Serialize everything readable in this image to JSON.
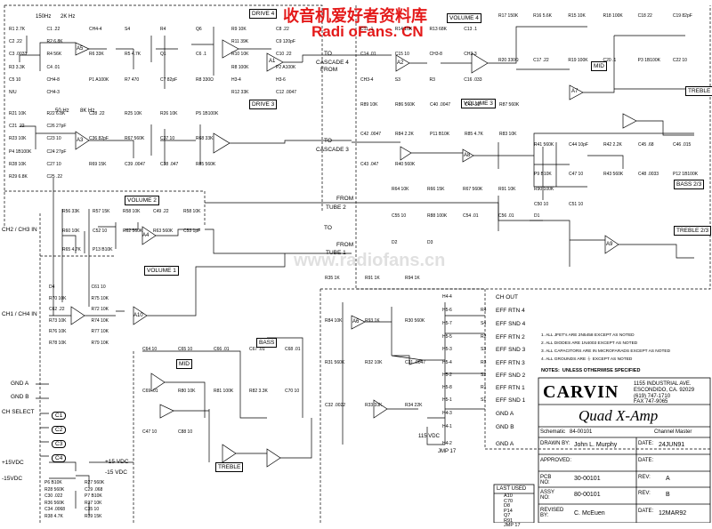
{
  "watermark": {
    "line1": "收音机爱好者资料库",
    "line2": "Radi oFans. CN",
    "center": "www.radiofans.cn"
  },
  "sections": {
    "drive4": "DRIVE 4",
    "drive3": "DRIVE 3",
    "volume4": "VOLUME 4",
    "volume3": "VOLUME 3",
    "volume2": "VOLUME 2",
    "volume1": "VOLUME 1",
    "mid_top": "MID",
    "treble_top": "TREBLE",
    "bass23": "BASS 2/3",
    "treble23": "TREBLE 2/3",
    "mid_bottom": "MID",
    "bass_bottom": "BASS",
    "treble_bottom": "TREBLE"
  },
  "freqs": {
    "f150": "150Hz",
    "f2k": "2K Hz",
    "f50": "50 Hz",
    "f8k": "8K Hz"
  },
  "inputs": {
    "ch2": "CH2 / CH3 IN",
    "ch1": "CH1 / CH4 IN",
    "gnd_a": "GND A",
    "gnd_b": "GND B",
    "ch_select": "CH SELECT",
    "vdc_pos": "+15VDC",
    "vdc_neg": "-15VDC",
    "vdc_pos_r": "+15 VDC",
    "vdc_neg_r": "-15 VDC"
  },
  "cascades": {
    "to_c4": "TO",
    "c4": "CASCADE 4",
    "from_c4": "FROM",
    "to_c3": "TO",
    "c3": "CASCADE 3",
    "from_tube2": "FROM",
    "tube2": "TUBE 2",
    "to_tube2": "TO",
    "from_tube1": "FROM",
    "tube1": "TUBE 1",
    "to_tube1": "TO"
  },
  "outputs": [
    "CH OUT",
    "EFF RTN 4",
    "EFF SND 4",
    "EFF RTN 2",
    "EFF SND 3",
    "EFF RTN 3",
    "EFF SND 2",
    "EFF RTN 1",
    "EFF SND 1",
    "GND A",
    "GND B",
    "GND A"
  ],
  "output_pins": [
    "H4-4",
    "H5-6",
    "H5-7",
    "H5-5",
    "H5-3",
    "H5-4",
    "H5-2",
    "H5-8",
    "H5-1",
    "H4-3",
    "H4-1",
    "H4-2"
  ],
  "output_tags": [
    "R4",
    "S4",
    "R2",
    "S3",
    "R3",
    "S2",
    "R1",
    "S1",
    "",
    "",
    "",
    ""
  ],
  "notes": {
    "n1": "1. ALL JFET's ARE 2N5458 EXCEPT AS NOTED",
    "n2": "2. ALL DIODES ARE 1N4003 EXCEPT AS NOTED",
    "n3": "3. ALL CAPACITORS ARE IN MICROFARADS EXCEPT AS NOTED",
    "n4": "4. ALL GROUNDS ARE",
    "n4b": "EXCEPT AS NOTED",
    "header": "NOTES:",
    "header2": "UNLESS  OTHERWISE  SPECIFIED"
  },
  "title_block": {
    "brand": "CARVIN",
    "address1": "1155 INDUSTRIAL AVE.",
    "address2": "ESCONDIDO, CA. 92029",
    "phone": "(619) 747-1710",
    "fax": "FAX 747-9065",
    "product": "Quad X-Amp",
    "schematic_label": "Schematic",
    "schematic_no": "84-00101",
    "sheet": "Channel Master",
    "drawn_by_label": "DRAWN BY:",
    "drawn_by": "John L. Murphy",
    "date_label": "DATE:",
    "date1": "24JUN91",
    "approved_label": "APPROVED:",
    "date_label2": "DATE:",
    "pcb_label": "PCB NO:",
    "pcb_no": "30-00101",
    "rev_label1": "REV:",
    "rev1": "A",
    "assy_label": "ASSY NO:",
    "assy_no": "80-00101",
    "rev_label2": "REV:",
    "rev2": "B",
    "revised_label": "REVISED BY:",
    "revised_by": "C. McEuen",
    "date_label3": "DATE:",
    "date3": "12MAR92"
  },
  "last_used": {
    "title": "LAST USED",
    "items": [
      "A10",
      "C70",
      "D8",
      "P14",
      "Q7",
      "R91",
      "JMP 17"
    ]
  },
  "jumpers": {
    "jmp17": "JMP 17",
    "vdc115": "115 VDC"
  },
  "ch_select_tags": [
    "C1",
    "C2",
    "C3",
    "C4"
  ],
  "opamps": [
    "A5",
    "A1",
    "A2",
    "A7",
    "A3",
    "A8",
    "A4",
    "A10",
    "A6",
    "A9"
  ],
  "components": [
    "R1 2.7K",
    "C1 .22",
    "C2 .22",
    "R2 6.8K",
    "C3 .0033",
    "R4 56K",
    "R3 3.3K",
    "C4 .01",
    "C5 10",
    "CH4-8",
    "N/U",
    "CH4-3",
    "CH4-4",
    "S4",
    "R4",
    "Q6",
    "R6 33K",
    "R5 4.7K",
    "Q1",
    "C6 .1",
    "P1 A100K",
    "R7 470",
    "C7 82pF",
    "R8 330Ω",
    "R9 10K",
    "C8 .22",
    "R11 39K",
    "C9 120pF",
    "R10 10K",
    "C10 .22",
    "R8 100K",
    "P2 A100K",
    "H3-4",
    "H3-6",
    "R12 33K",
    "C12 .0047",
    "C11 .1",
    "R14 10K",
    "R13 68K",
    "C13 .1",
    "C14 .01",
    "C15 10",
    "CH3-8",
    "CH3-3",
    "CH3-4",
    "S3",
    "R3",
    "C16 .033",
    "R17 150K",
    "R16 5.6K",
    "R15 10K",
    "R18 100K",
    "C18 22",
    "C19 82pF",
    "R20 330Ω",
    "C17 .22",
    "R19 100K",
    "C20 .1",
    "P3 1B100K",
    "C22 10",
    "R21 10K",
    "R22 6.8K",
    "C21 .22",
    "C26 27pF",
    "R23 10K",
    "C23 10",
    "P4 1B100K",
    "C24 27pF",
    "R28 10K",
    "C27 10",
    "R29 6.8K",
    "C25 .22",
    "C28 .22",
    "R25 10K",
    "R26 10K",
    "P5 1B100K",
    "C36 82pF",
    "R67 560K",
    "C37 10",
    "R68 33K",
    "R69 15K",
    "C39 .0047",
    "C38 .047",
    "R85 560K",
    "R89 10K",
    "R86 560K",
    "C40 .0047",
    "C41 .22",
    "R87 560K",
    "C42 .0047",
    "R84 2.2K",
    "P11 B10K",
    "R85 4.7K",
    "R83 10K",
    "C43 .047",
    "R40 560K",
    "R41 560K",
    "C44 10pF",
    "R42 2.2K",
    "C45 .68",
    "C46 .015",
    "P9 B10K",
    "C47 10",
    "R43 560K",
    "C48 .0033",
    "P12 1B100K",
    "C50 10",
    "C51 10",
    "R56 33K",
    "R57 15K",
    "R58 10K",
    "C49 .22",
    "R58 10K",
    "R60 10K",
    "C52 10",
    "R62 560K",
    "R63 560K",
    "C53 1pF",
    "R65 4.7K",
    "P13 B10K",
    "R64 10K",
    "R66 15K",
    "R67 560K",
    "R91 10K",
    "R90 100K",
    "C55 10",
    "R88 100K",
    "C54 .01",
    "C56 .01",
    "D1",
    "D2",
    "D3",
    "D4",
    "C61 10",
    "R70 10K",
    "R75 10K",
    "C62 .22",
    "R72 10K",
    "R73 10K",
    "R74 10K",
    "R76 10K",
    "R77 10K",
    "R78 10K",
    "R79 10K",
    "C64 10",
    "C65 10",
    "C66 .01",
    "C67 .01",
    "C68 .01",
    "C69 .01",
    "R80 10K",
    "R81 100K",
    "R82 3.3K",
    "C70 10",
    "C47 10",
    "C88 10",
    "R35 1K",
    "R91 1K",
    "R94 1K",
    "R84 10K",
    "R93 1K",
    "R30 560K",
    "R31 560K",
    "R32 10K",
    "C31 .0047",
    "C32 .0022",
    "R33 33K",
    "R34 22K",
    "P6 B10K",
    "R27 560K",
    "R28 560K",
    "C29 .068",
    "C30 .022",
    "P7 B10K",
    "R36 560K",
    "R37 10K",
    "C34 .0068",
    "C35 10",
    "R38 4.7K",
    "R39 15K"
  ]
}
